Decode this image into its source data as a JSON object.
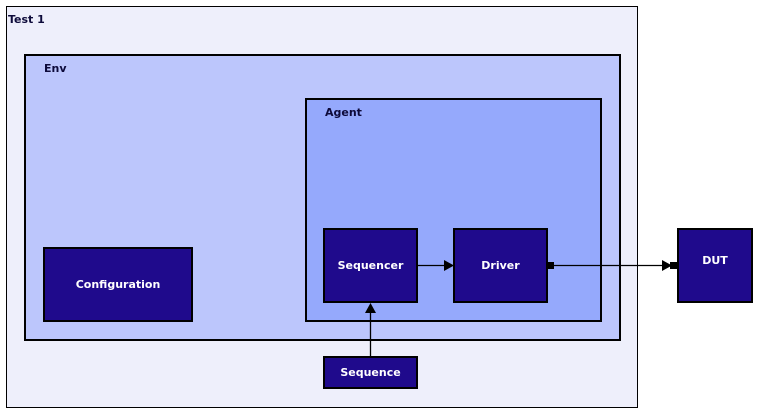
{
  "test": {
    "label": "Test 1"
  },
  "env": {
    "label": "Env"
  },
  "agent": {
    "label": "Agent"
  },
  "blocks": {
    "configuration": "Configuration",
    "sequencer": "Sequencer",
    "driver": "Driver",
    "sequence": "Sequence",
    "dut": "DUT"
  },
  "colors": {
    "test_bg": "#eeeffb",
    "env_bg": "#bcc6fc",
    "agent_bg": "#95a9fc",
    "block_bg": "#1f0a8c",
    "block_text": "#ffffff"
  }
}
